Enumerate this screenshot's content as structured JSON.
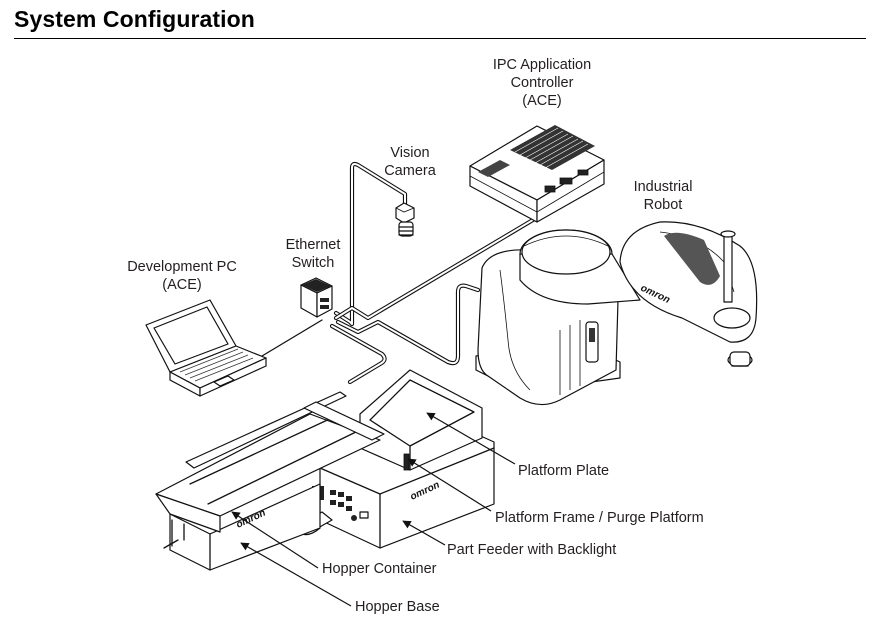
{
  "header": {
    "title": "System Configuration"
  },
  "components": {
    "ipc_controller": {
      "lines": [
        "IPC Application",
        "Controller",
        "(ACE)"
      ]
    },
    "vision_camera": {
      "lines": [
        "Vision",
        "Camera"
      ]
    },
    "industrial_robot": {
      "lines": [
        "Industrial",
        "Robot"
      ]
    },
    "ethernet_switch": {
      "lines": [
        "Ethernet",
        "Switch"
      ]
    },
    "development_pc": {
      "lines": [
        "Development PC",
        "(ACE)"
      ]
    }
  },
  "callouts": [
    {
      "id": "platform-plate",
      "label": "Platform Plate"
    },
    {
      "id": "platform-frame",
      "label": "Platform Frame / Purge Platform"
    },
    {
      "id": "part-feeder",
      "label": "Part Feeder with Backlight"
    },
    {
      "id": "hopper-container",
      "label": "Hopper Container"
    },
    {
      "id": "hopper-base",
      "label": "Hopper Base"
    }
  ],
  "brand_marks": {
    "robot": "omron",
    "feeder": "omron",
    "hopper": "omron"
  }
}
